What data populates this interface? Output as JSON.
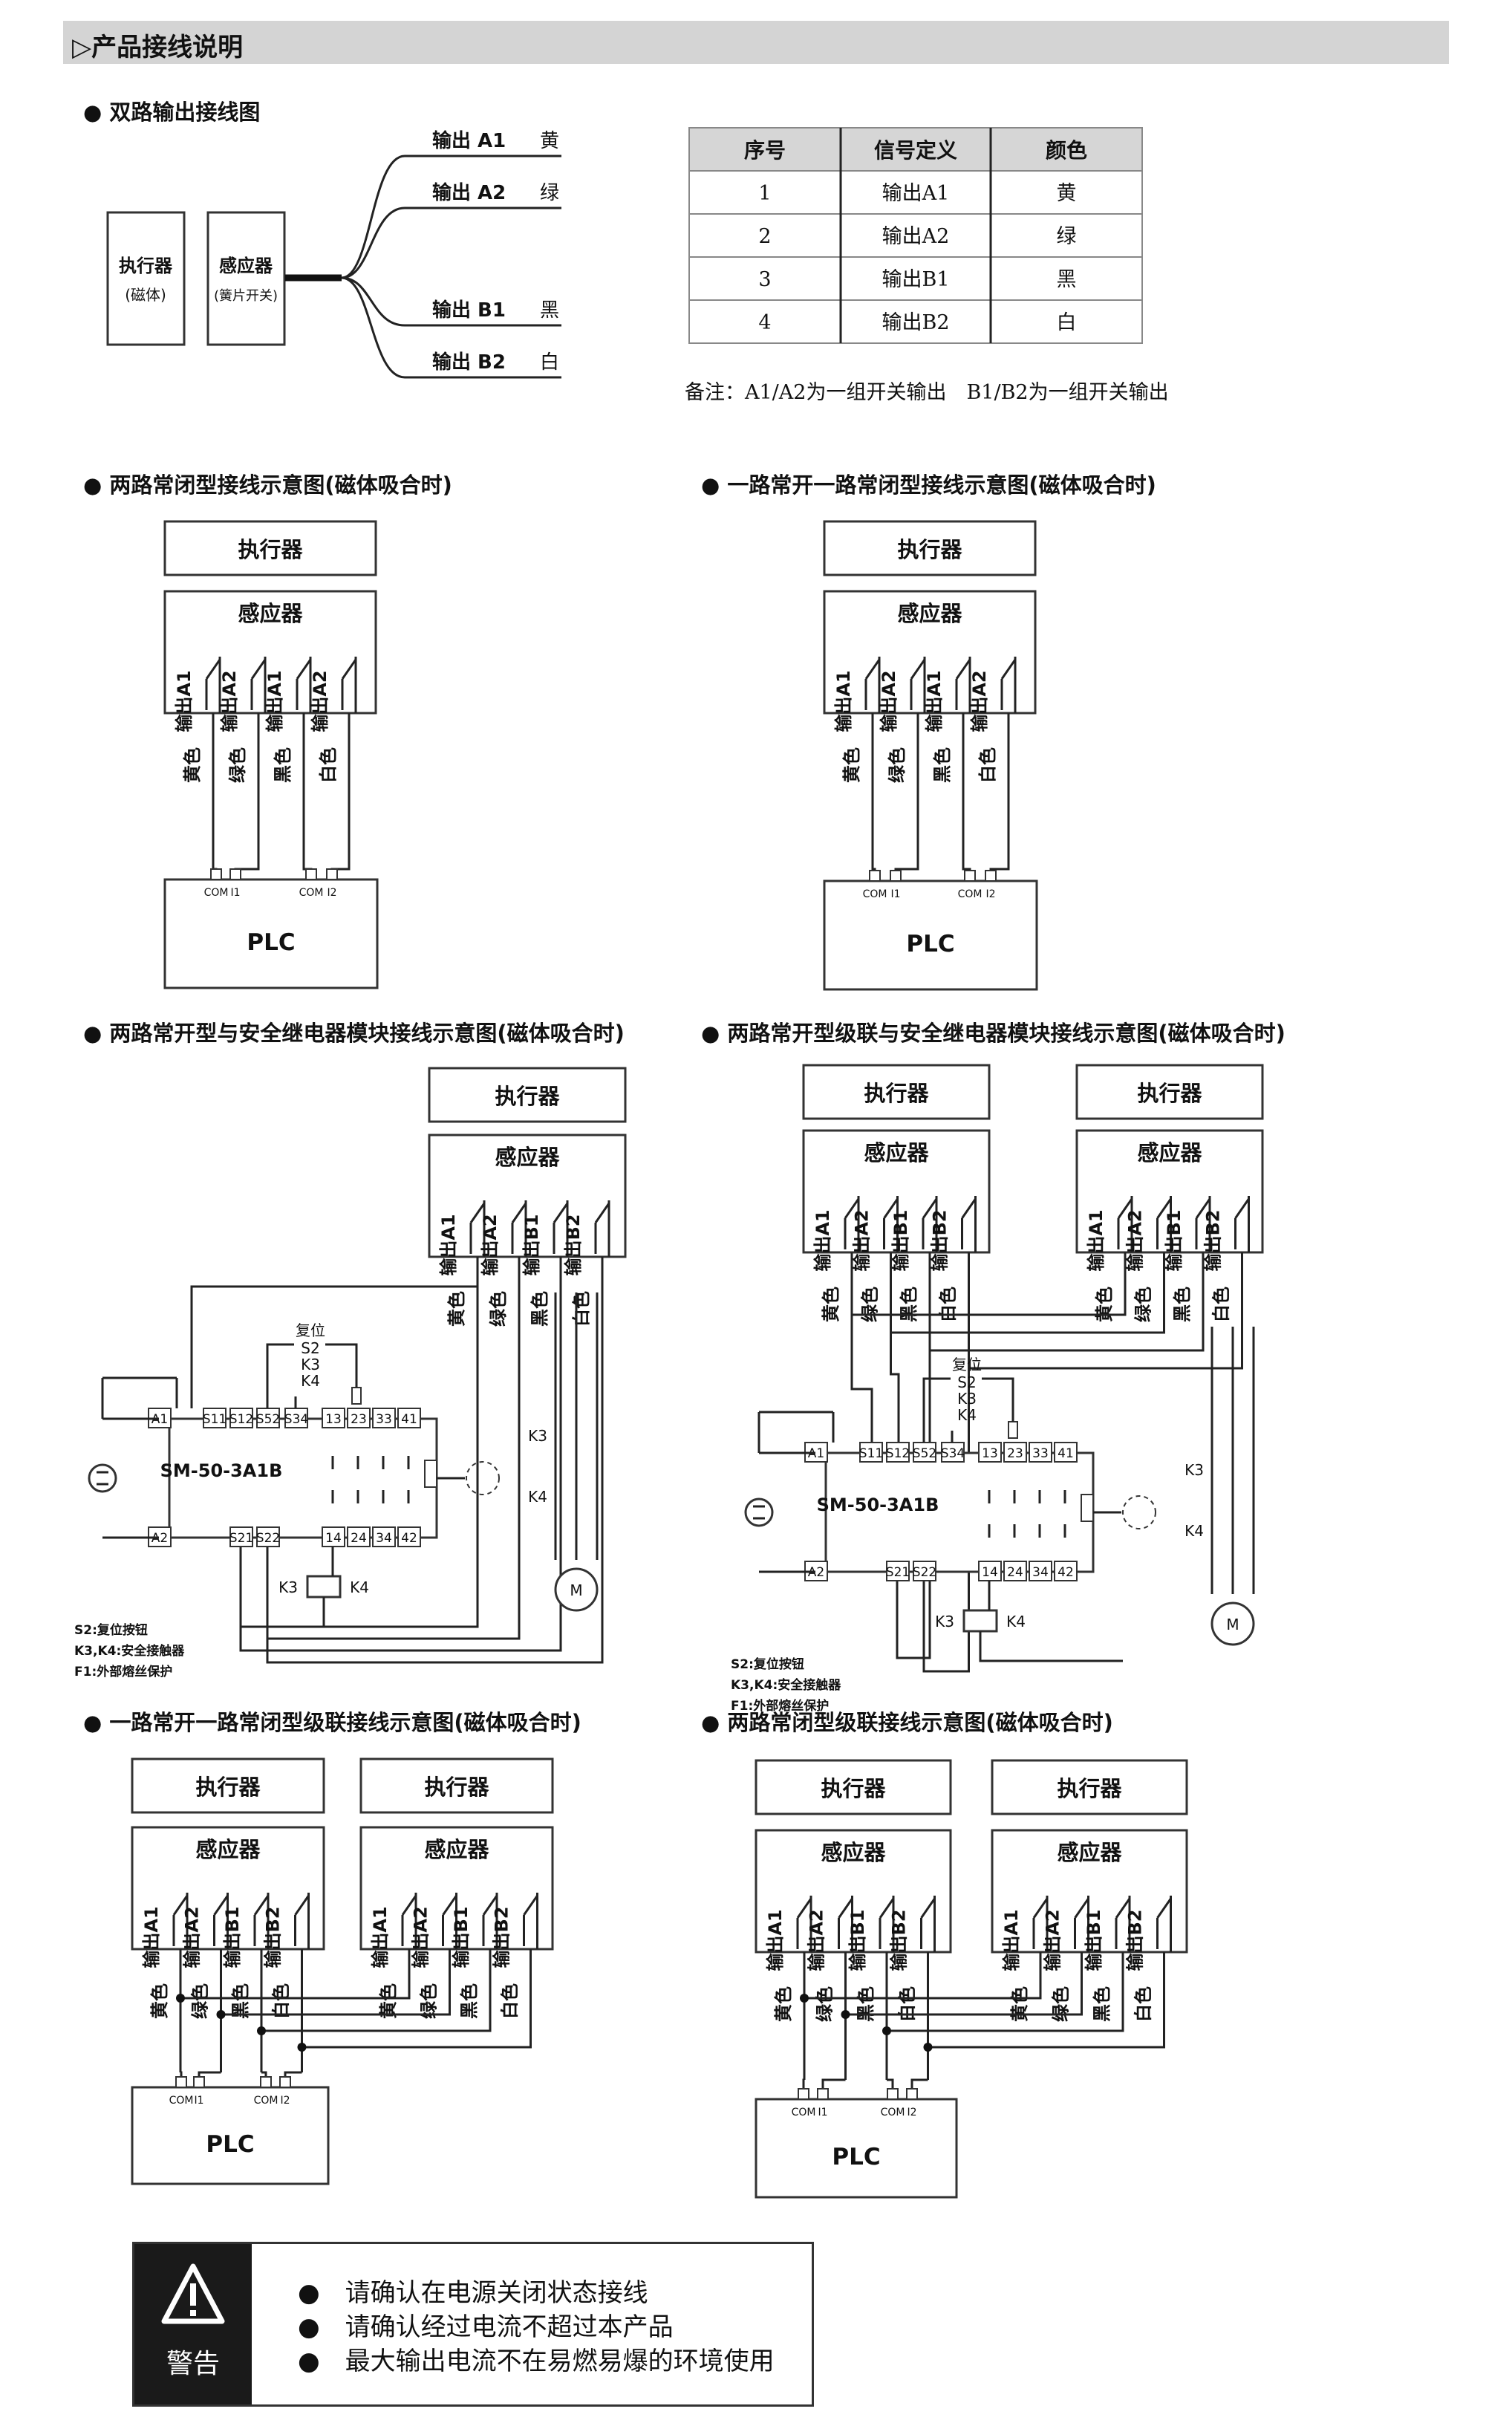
{
  "header": {
    "title": "▷产品接线说明"
  },
  "sections": {
    "s1": "● 双路输出接线图",
    "s2": "● 两路常闭型接线示意图(磁体吸合时)",
    "s3": "● 一路常开一路常闭型接线示意图(磁体吸合时)",
    "s4": "● 两路常开型与安全继电器模块接线示意图(磁体吸合时)",
    "s5": "● 两路常开型级联与安全继电器模块接线示意图(磁体吸合时)",
    "s6": "● 一路常开一路常闭型级联接线示意图(磁体吸合时)",
    "s7": "● 两路常闭型级联接线示意图(磁体吸合时)"
  },
  "labels": {
    "actuator": "执行器",
    "actuator_sub": "(磁体)",
    "sensor": "感应器",
    "sensor_sub": "(簧片开关)",
    "plc": "PLC",
    "com": "COM",
    "i1": "I1",
    "i2": "I2",
    "out_a1": "输出A1",
    "out_a2": "输出A2",
    "out_b1": "输出B1",
    "out_b2": "输出B2",
    "yellow": "黄色",
    "green": "绿色",
    "black": "黑色",
    "white": "白色",
    "relay_model": "SM-50-3A1B",
    "reset": "复位",
    "s2": "S2",
    "k3": "K3",
    "k4": "K4",
    "motor": "M",
    "term_a1": "A1",
    "term_a2": "A2",
    "term_s11": "S11",
    "term_s12": "S12",
    "term_s52": "S52",
    "term_s34": "S34",
    "term_s21": "S21",
    "term_s22": "S22",
    "term_13": "13",
    "term_23": "23",
    "term_33": "33",
    "term_41": "41",
    "term_14": "14",
    "term_24": "24",
    "term_34": "34",
    "term_42": "42",
    "legend_s2": "S2:复位按钮",
    "legend_k": "K3,K4:安全接触器",
    "legend_f1": "F1:外部熔丝保护"
  },
  "wire_labels": [
    {
      "name": "输出 A1",
      "color": "黄"
    },
    {
      "name": "输出 A2",
      "color": "绿"
    },
    {
      "name": "输出 B1",
      "color": "黑"
    },
    {
      "name": "输出 B2",
      "color": "白"
    }
  ],
  "table": {
    "headers": [
      "序号",
      "信号定义",
      "颜色"
    ],
    "rows": [
      [
        "1",
        "输出A1",
        "黄"
      ],
      [
        "2",
        "输出A2",
        "绿"
      ],
      [
        "3",
        "输出B1",
        "黑"
      ],
      [
        "4",
        "输出B2",
        "白"
      ]
    ]
  },
  "note": "备注：A1/A2为一组开关输出　B1/B2为一组开关输出",
  "warning": {
    "title": "警告",
    "items": [
      "●　请确认在电源关闭状态接线",
      "●　请确认经过电流不超过本产品",
      "●　最大输出电流不在易燃易爆的环境使用"
    ]
  }
}
